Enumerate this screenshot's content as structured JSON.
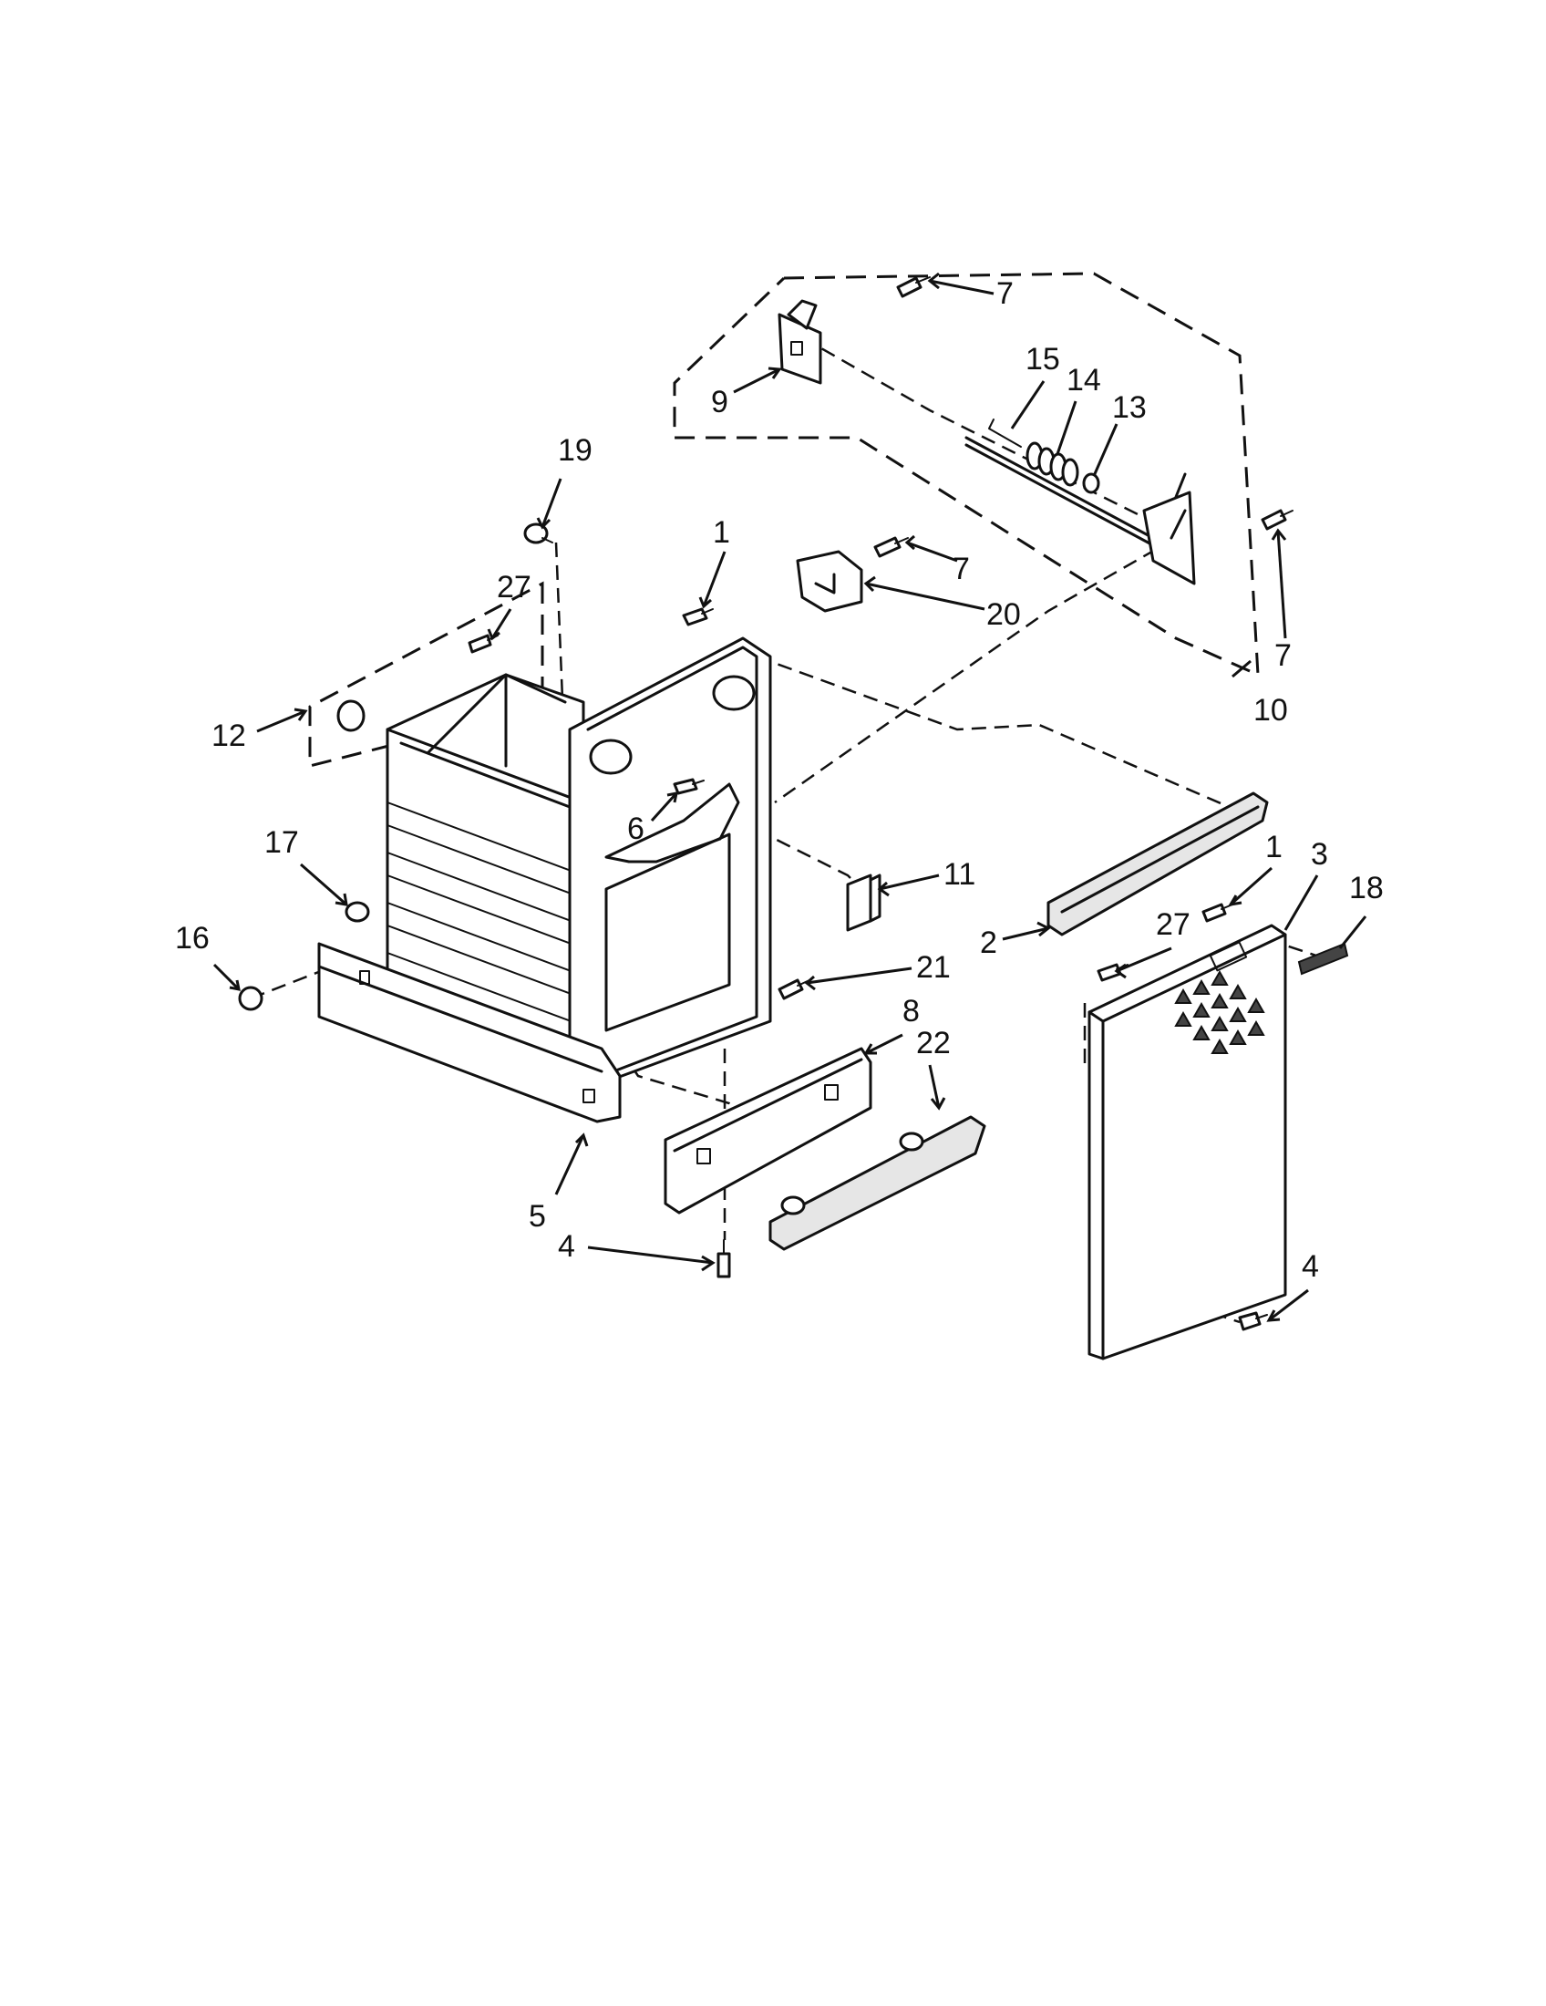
{
  "callouts": [
    {
      "id": "c1a",
      "text": "7"
    },
    {
      "id": "c2",
      "text": "9"
    },
    {
      "id": "c3",
      "text": "15"
    },
    {
      "id": "c4",
      "text": "14"
    },
    {
      "id": "c5",
      "text": "13"
    },
    {
      "id": "c6",
      "text": "19"
    },
    {
      "id": "c7",
      "text": "1"
    },
    {
      "id": "c8",
      "text": "7"
    },
    {
      "id": "c9",
      "text": "27"
    },
    {
      "id": "c10",
      "text": "20"
    },
    {
      "id": "c11",
      "text": "7"
    },
    {
      "id": "c12",
      "text": "10"
    },
    {
      "id": "c13",
      "text": "12"
    },
    {
      "id": "c14",
      "text": "6"
    },
    {
      "id": "c15",
      "text": "17"
    },
    {
      "id": "c16",
      "text": "11"
    },
    {
      "id": "c17",
      "text": "1"
    },
    {
      "id": "c18",
      "text": "3"
    },
    {
      "id": "c19",
      "text": "18"
    },
    {
      "id": "c20",
      "text": "16"
    },
    {
      "id": "c21",
      "text": "2"
    },
    {
      "id": "c22",
      "text": "27"
    },
    {
      "id": "c23",
      "text": "21"
    },
    {
      "id": "c24",
      "text": "8"
    },
    {
      "id": "c25",
      "text": "22"
    },
    {
      "id": "c26",
      "text": "5"
    },
    {
      "id": "c27",
      "text": "4"
    },
    {
      "id": "c28",
      "text": "4"
    }
  ],
  "colors": {
    "ink": "#111111",
    "paper": "#ffffff"
  }
}
